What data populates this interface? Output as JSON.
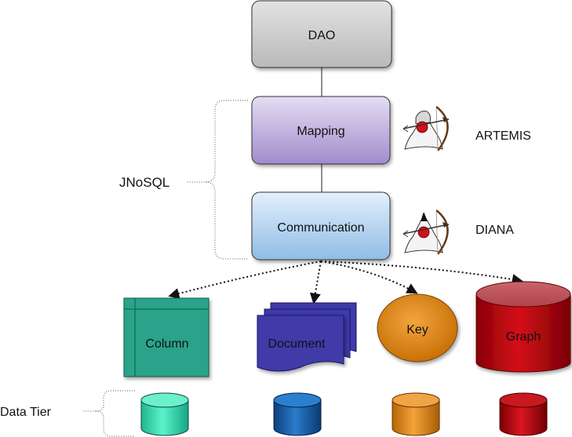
{
  "layers": {
    "dao": "DAO",
    "mapping": "Mapping",
    "communication": "Communication"
  },
  "group_label": "JNoSQL",
  "specs": {
    "artemis": "ARTEMIS",
    "diana": "DIANA"
  },
  "databases": {
    "column": "Column",
    "document": "Document",
    "key": "Key",
    "graph": "Graph"
  },
  "data_tier_label": "Data Tier",
  "icons": {
    "spec_mascot": "duke-archer-icon"
  },
  "colors": {
    "dao": "#cccccc",
    "mapping": "#b5a6d6",
    "communication": "#b3d3f0",
    "column": "#2aa38a",
    "document": "#3f3aa8",
    "key": "#d9821a",
    "graph": "#b8000a",
    "tier_column": "#33e0b5",
    "tier_document": "#1a5fa5",
    "tier_key": "#e08a14",
    "tier_graph": "#c4000c"
  }
}
